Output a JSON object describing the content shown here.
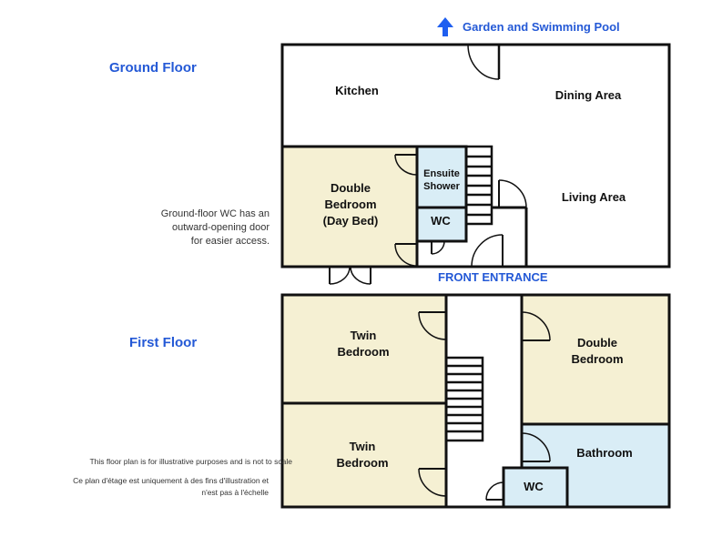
{
  "colors": {
    "accent": "#2459d6",
    "bedroom_fill": "#f5f0d3",
    "wet_room_fill": "#d9edf6",
    "wall": "#111111"
  },
  "direction": {
    "icon": "arrow-up-icon",
    "label": "Garden and Swimming Pool"
  },
  "ground_floor": {
    "heading": "Ground Floor",
    "rooms": {
      "kitchen": "Kitchen",
      "dining": "Dining Area",
      "living": "Living Area",
      "bedroom_l1": "Double",
      "bedroom_l2": "Bedroom",
      "bedroom_l3": "(Day Bed)",
      "ensuite_l1": "Ensuite",
      "ensuite_l2": "Shower",
      "wc": "WC"
    },
    "entrance": "FRONT ENTRANCE",
    "note_l1": "Ground-floor WC has an",
    "note_l2": "outward-opening door",
    "note_l3": "for easier access."
  },
  "first_floor": {
    "heading": "First Floor",
    "rooms": {
      "twin1_l1": "Twin",
      "twin1_l2": "Bedroom",
      "twin2_l1": "Twin",
      "twin2_l2": "Bedroom",
      "double_l1": "Double",
      "double_l2": "Bedroom",
      "bathroom": "Bathroom",
      "wc": "WC"
    }
  },
  "disclaimer": {
    "en": "This floor plan is for illustrative purposes and is not to scale",
    "fr_l1": "Ce plan d'étage est uniquement à des fins d'illustration et",
    "fr_l2": "n'est pas à l'échelle"
  }
}
